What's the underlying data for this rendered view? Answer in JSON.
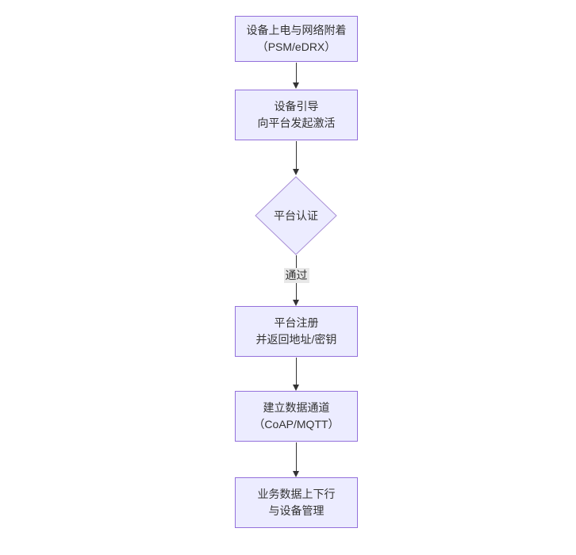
{
  "flowchart": {
    "colors": {
      "node_fill": "#ECECFF",
      "node_border": "#9370DB",
      "diamond_border": "#a98fd6",
      "edge_color": "#333333",
      "text_color": "#333333",
      "edge_label_bg": "#e8e8e8",
      "background": "#ffffff"
    },
    "nodes": [
      {
        "id": "power-network-attach",
        "type": "rect",
        "lines": [
          "设备上电与网络附着",
          "（PSM/eDRX）"
        ]
      },
      {
        "id": "device-bootstrap",
        "type": "rect",
        "lines": [
          "设备引导",
          "向平台发起激活"
        ]
      },
      {
        "id": "platform-auth",
        "type": "diamond",
        "lines": [
          "平台认证"
        ]
      },
      {
        "id": "platform-register",
        "type": "rect",
        "lines": [
          "平台注册",
          "并返回地址/密钥"
        ]
      },
      {
        "id": "data-channel",
        "type": "rect",
        "lines": [
          "建立数据通道",
          "（CoAP/MQTT）"
        ]
      },
      {
        "id": "business-data",
        "type": "rect",
        "lines": [
          "业务数据上下行",
          "与设备管理"
        ]
      }
    ],
    "edges": [
      {
        "from": "power-network-attach",
        "to": "device-bootstrap",
        "label": ""
      },
      {
        "from": "device-bootstrap",
        "to": "platform-auth",
        "label": ""
      },
      {
        "from": "platform-auth",
        "to": "platform-register",
        "label": "通过"
      },
      {
        "from": "platform-register",
        "to": "data-channel",
        "label": ""
      },
      {
        "from": "data-channel",
        "to": "business-data",
        "label": ""
      }
    ]
  }
}
